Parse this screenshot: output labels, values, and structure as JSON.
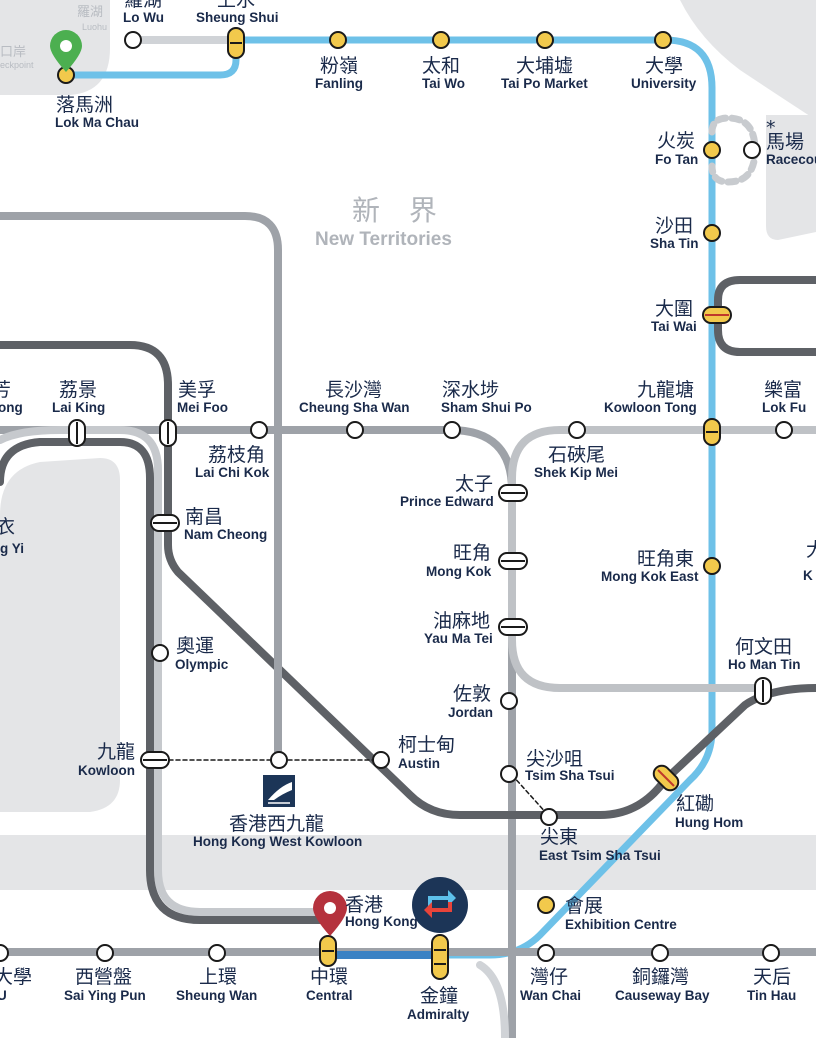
{
  "colors": {
    "east_rail": "#6ec1e8",
    "island_line": "#3b82c4",
    "line_gray": "#9ea2a8",
    "line_dark": "#5e6166",
    "land": "#e4e5e7",
    "interchange_fill": "#f2c94c",
    "ink": "#1a2a4a",
    "pin_green": "#4caf50",
    "pin_red": "#b5323d",
    "admiralty_badge": "#1c3557"
  },
  "region": {
    "zh": "新 界",
    "en": "New Territories"
  },
  "border": {
    "lowu_small_zh": "羅湖",
    "lowu_small_en": "Luohu",
    "checkpoint_small_zh": "口岸",
    "checkpoint_small_en": "eckpoint"
  },
  "racecourse_asterisk": "*",
  "stations": {
    "lo_wu": {
      "zh": "羅湖",
      "en": "Lo Wu"
    },
    "sheung_shui": {
      "zh": "上水",
      "en": "Sheung Shui"
    },
    "lok_ma_chau": {
      "zh": "落馬洲",
      "en": "Lok Ma Chau"
    },
    "fanling": {
      "zh": "粉嶺",
      "en": "Fanling"
    },
    "tai_wo": {
      "zh": "太和",
      "en": "Tai Wo"
    },
    "tai_po_market": {
      "zh": "大埔墟",
      "en": "Tai Po Market"
    },
    "university": {
      "zh": "大學",
      "en": "University"
    },
    "fo_tan": {
      "zh": "火炭",
      "en": "Fo Tan"
    },
    "racecourse": {
      "zh": "馬場",
      "en": "Racecou"
    },
    "sha_tin": {
      "zh": "沙田",
      "en": "Sha Tin"
    },
    "tai_wai": {
      "zh": "大圍",
      "en": "Tai Wai"
    },
    "lai_king": {
      "zh": "荔景",
      "en": "Lai King"
    },
    "mei_foo": {
      "zh": "美孚",
      "en": "Mei Foo"
    },
    "lai_chi_kok": {
      "zh": "荔枝角",
      "en": "Lai Chi Kok"
    },
    "cheung_sha_wan": {
      "zh": "長沙灣",
      "en": "Cheung Sha Wan"
    },
    "sham_shui_po": {
      "zh": "深水埗",
      "en": "Sham Shui Po"
    },
    "kowloon_tong": {
      "zh": "九龍塘",
      "en": "Kowloon Tong"
    },
    "lok_fu": {
      "zh": "樂富",
      "en": "Lok Fu"
    },
    "shek_kip_mei": {
      "zh": "石硤尾",
      "en": "Shek Kip Mei"
    },
    "prince_edward": {
      "zh": "太子",
      "en": "Prince Edward"
    },
    "nam_cheong": {
      "zh": "南昌",
      "en": "Nam Cheong"
    },
    "mong_kok": {
      "zh": "旺角",
      "en": "Mong Kok"
    },
    "mong_kok_east": {
      "zh": "旺角東",
      "en": "Mong Kok East"
    },
    "yau_ma_tei": {
      "zh": "油麻地",
      "en": "Yau Ma Tei"
    },
    "olympic": {
      "zh": "奧運",
      "en": "Olympic"
    },
    "ho_man_tin": {
      "zh": "何文田",
      "en": "Ho Man Tin"
    },
    "jordan": {
      "zh": "佐敦",
      "en": "Jordan"
    },
    "kowloon": {
      "zh": "九龍",
      "en": "Kowloon"
    },
    "austin": {
      "zh": "柯士甸",
      "en": "Austin"
    },
    "tsim_sha_tsui": {
      "zh": "尖沙咀",
      "en": "Tsim Sha Tsui"
    },
    "hung_hom": {
      "zh": "紅磡",
      "en": "Hung Hom"
    },
    "hk_west_kowloon": {
      "zh": "香港西九龍",
      "en": "Hong Kong West Kowloon"
    },
    "east_tst": {
      "zh": "尖東",
      "en": "East Tsim Sha Tsui"
    },
    "hong_kong": {
      "zh": "香港",
      "en": "Hong Kong"
    },
    "exhibition_centre": {
      "zh": "會展",
      "en": "Exhibition Centre"
    },
    "hku": {
      "zh": "大學",
      "en": "U"
    },
    "sai_ying_pun": {
      "zh": "西營盤",
      "en": "Sai Ying Pun"
    },
    "sheung_wan": {
      "zh": "上環",
      "en": "Sheung Wan"
    },
    "central": {
      "zh": "中環",
      "en": "Central"
    },
    "admiralty": {
      "zh": "金鐘",
      "en": "Admiralty"
    },
    "wan_chai": {
      "zh": "灣仔",
      "en": "Wan Chai"
    },
    "causeway_bay": {
      "zh": "銅鑼灣",
      "en": "Causeway Bay"
    },
    "tin_hau": {
      "zh": "天后",
      "en": "Tin Hau"
    },
    "tsing_yi_partial": {
      "zh": "衣",
      "en": "g Yi"
    },
    "tsuen_wan_partial": {
      "zh": "芳",
      "en": "ong"
    },
    "diamond_partial": {
      "zh": "大",
      "en": "K"
    }
  }
}
